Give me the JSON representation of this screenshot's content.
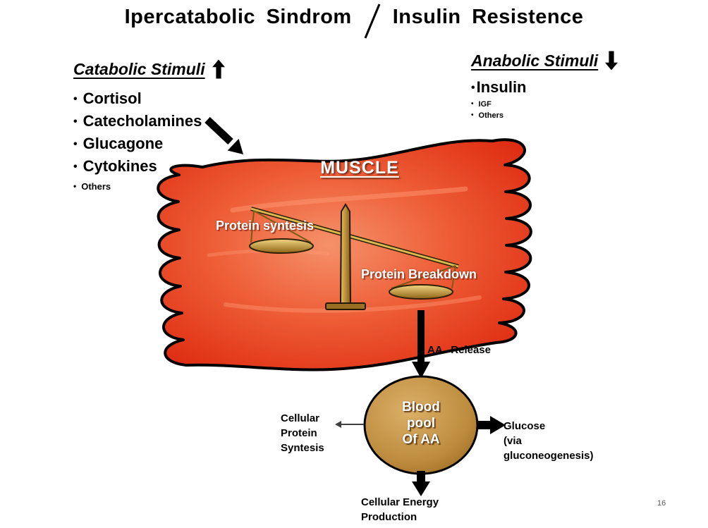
{
  "title": {
    "part1": "Ipercatabolic Sindrom",
    "part2": "Insulin Resistence"
  },
  "catabolic": {
    "heading": "Catabolic Stimuli",
    "arrow_icon": "up-arrow",
    "items": [
      "Cortisol",
      "Catecholamines",
      "Glucagone",
      "Cytokines"
    ],
    "small_item": "Others"
  },
  "anabolic": {
    "heading": "Anabolic Stimuli",
    "arrow_icon": "down-arrow",
    "item": "Insulin",
    "small_items": [
      "IGF",
      "Others"
    ]
  },
  "muscle": {
    "label": "MUSCLE",
    "left_pan_label": "Protein syntesis",
    "right_pan_label": "Protein Breakdown"
  },
  "flow": {
    "aa_release": "AA Release",
    "blood_pool": [
      "Blood",
      "pool",
      "Of AA"
    ],
    "cellular_protein": [
      "Cellular",
      "Protein",
      "Syntesis"
    ],
    "glucose": [
      "Glucose",
      "(via",
      "gluconeogenesis)"
    ],
    "energy": [
      "Cellular Energy",
      "Production"
    ]
  },
  "page_number": "16",
  "colors": {
    "muscle_red": "#e83a1c",
    "muscle_highlight": "#f5916a",
    "scale_gold": "#d8b84e",
    "pan_gold": "#e9c764",
    "blood_pool_tan": "#c08f4a",
    "arrow_black": "#000000",
    "label_white": "#ffffff"
  }
}
